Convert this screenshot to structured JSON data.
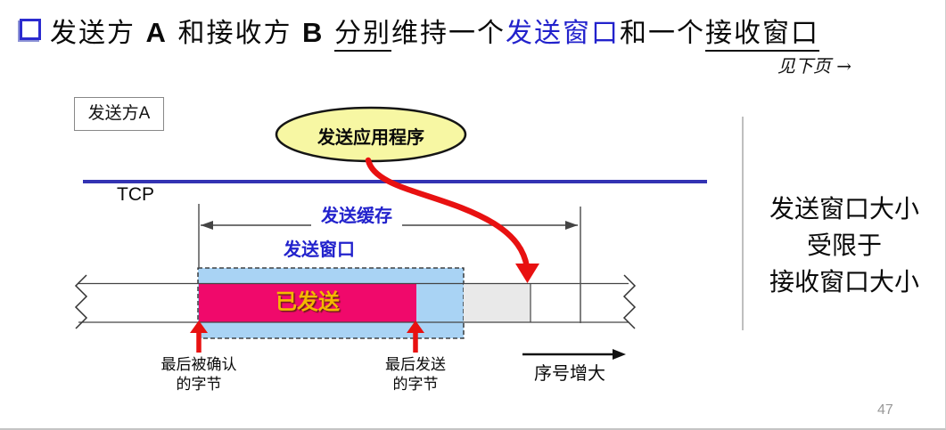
{
  "slide": {
    "title": {
      "pre_a": "发送方 ",
      "a": "A",
      "between": " 和接收方 ",
      "b": "B",
      "fenbie": "分别",
      "weichi": "维持一个",
      "send_window": "发送窗口",
      "heyige": "和一个",
      "recv_window": "接收窗口"
    },
    "next_page_note": "见下页 →",
    "page_number": "47"
  },
  "diagram": {
    "sender_label": "发送方A",
    "app_label": "发送应用程序",
    "tcp_label": "TCP",
    "buffer_label": "发送缓存",
    "window_label": "发送窗口",
    "sent_label": "已发送",
    "ack_byte": {
      "line1": "最后被确认",
      "line2": "的字节"
    },
    "last_sent_byte": {
      "line1": "最后发送",
      "line2": "的字节"
    },
    "seq_label": "序号增大",
    "side_note": {
      "line1": "发送窗口大小",
      "line2": "受限于",
      "line3": "接收窗口大小"
    }
  },
  "icons": {
    "title_bullet": "square-outline-bullet",
    "next_page_arrow": "arrow-right"
  },
  "colors": {
    "accent_blue": "#2222cc",
    "tcp_line_blue": "#3333b3",
    "window_fill": "#a9d3f4",
    "sent_fill": "#f0096b",
    "buffer_free_fill": "#e9e9e9",
    "app_fill": "#f7f7a3",
    "arrow_red": "#e81111",
    "page_number_gray": "#999999"
  }
}
